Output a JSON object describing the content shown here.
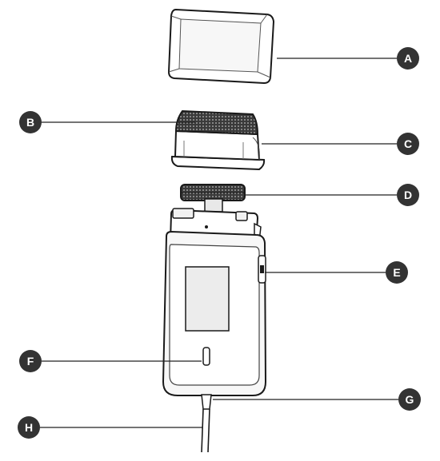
{
  "diagram": {
    "colors": {
      "ink": "#222222",
      "outline": "#1a1a1a",
      "lightgray": "#f2f2f2",
      "midgray": "#d8d8d8",
      "screen": "#e9e9e9",
      "callout": "#333333",
      "callout_text": "#ffffff"
    },
    "callouts": [
      {
        "letter": "A",
        "part": "protective-cap"
      },
      {
        "letter": "B",
        "part": "foil-mesh"
      },
      {
        "letter": "C",
        "part": "foil-frame"
      },
      {
        "letter": "D",
        "part": "cutter-blade"
      },
      {
        "letter": "E",
        "part": "side-switch"
      },
      {
        "letter": "F",
        "part": "indicator-light"
      },
      {
        "letter": "G",
        "part": "cable-strain-relief"
      },
      {
        "letter": "H",
        "part": "charging-cable"
      }
    ]
  }
}
